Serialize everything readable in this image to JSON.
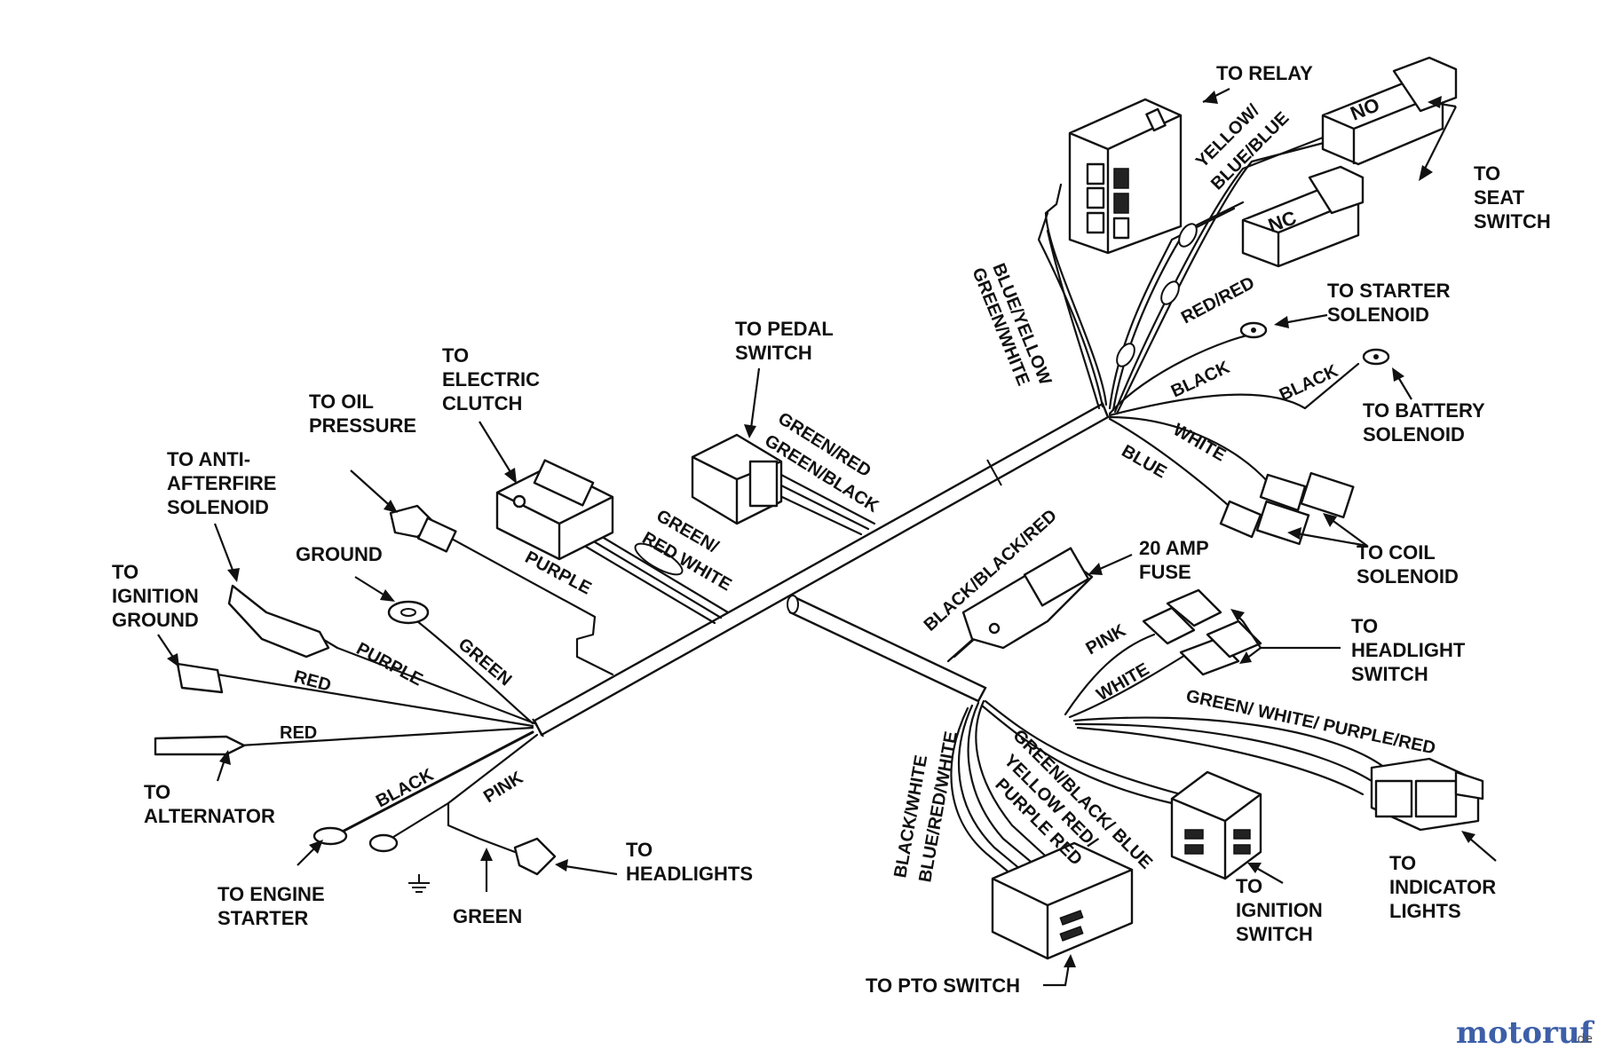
{
  "colors": {
    "ink": "#111111",
    "paper": "#ffffff",
    "watermark_blue": "#3d5fa8",
    "watermark_red": "#c0392b",
    "watermark_green": "#4a8a3a"
  },
  "labels": {
    "to_relay": "TO RELAY",
    "to_seat_switch": [
      "TO",
      "SEAT",
      "SWITCH"
    ],
    "no": "NO",
    "nc": "NC",
    "to_starter_solenoid": [
      "TO STARTER",
      "SOLENOID"
    ],
    "to_battery_solenoid": [
      "TO BATTERY",
      "SOLENOID"
    ],
    "to_coil_solenoid": [
      "TO COIL",
      "SOLENOID"
    ],
    "to_pedal_switch": [
      "TO PEDAL",
      "SWITCH"
    ],
    "to_electric_clutch": [
      "TO",
      "ELECTRIC",
      "CLUTCH"
    ],
    "to_oil_pressure": [
      "TO OIL",
      "PRESSURE"
    ],
    "to_anti_afterfire": [
      "TO ANTI-",
      "AFTERFIRE",
      "SOLENOID"
    ],
    "to_ignition_ground": [
      "TO",
      "IGNITION",
      "GROUND"
    ],
    "ground": "GROUND",
    "to_alternator": [
      "TO",
      "ALTERNATOR"
    ],
    "to_engine_starter": [
      "TO ENGINE",
      "STARTER"
    ],
    "to_headlights": [
      "TO",
      "HEADLIGHTS"
    ],
    "fuse": [
      "20 AMP",
      "FUSE"
    ],
    "to_headlight_switch": [
      "TO",
      "HEADLIGHT",
      "SWITCH"
    ],
    "to_ignition_switch": [
      "TO",
      "IGNITION",
      "SWITCH"
    ],
    "to_indicator_lights": [
      "TO",
      "INDICATOR",
      "LIGHTS"
    ],
    "to_pto_switch": "TO PTO SWITCH"
  },
  "wire_colors": {
    "yellow_blue_blue": [
      "YELLOW/",
      "BLUE/BLUE"
    ],
    "blue_yellow_green_white": [
      "BLUE/YELLOW",
      "GREEN/WHITE"
    ],
    "red_red": "RED/RED",
    "black_1": "BLACK",
    "black_2": "BLACK",
    "white_1": "WHITE",
    "blue_1": "BLUE",
    "green_red_green_black": [
      "GREEN/RED",
      "GREEN/BLACK"
    ],
    "green_red_white": [
      "GREEN/",
      "RED WHITE"
    ],
    "purple_1": "PURPLE",
    "purple_2": "PURPLE",
    "green_1": "GREEN",
    "red_1": "RED",
    "red_2": "RED",
    "black_3": "BLACK",
    "pink_1": "PINK",
    "green_2": "GREEN",
    "black_black_red": "BLACK/BLACK/RED",
    "pink_2": "PINK",
    "white_2": "WHITE",
    "green_white_purple_red": "GREEN/ WHITE/ PURPLE/RED",
    "green_black_blue": "GREEN/BLACK/ BLUE",
    "yellow_red_purple_red": [
      "YELLOW RED/",
      "PURPLE RED"
    ],
    "black_white_blue_red_white": [
      "BLACK/WHITE",
      "BLUE/RED/WHITE"
    ]
  },
  "watermark": {
    "brand": "motoruf",
    "tld": ".de"
  }
}
